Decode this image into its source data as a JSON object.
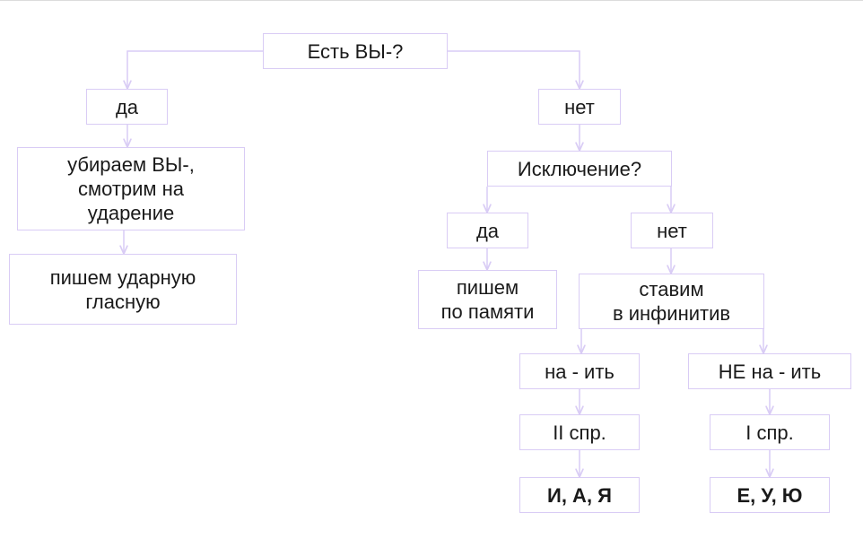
{
  "colors": {
    "border": "#d9ccf5",
    "line": "#d9ccf5",
    "text": "#1a1a1a"
  },
  "flowchart": {
    "root": "Есть ВЫ-?",
    "yes_1": "да",
    "remove_vy": "убираем ВЫ-,\nсмотрим на\nударение",
    "write_stressed": "пишем ударную\nгласную",
    "no_1": "нет",
    "exception": "Исключение?",
    "yes_2": "да",
    "by_memory": "пишем\nпо памяти",
    "no_2": "нет",
    "infinitive": "ставим\nв инфинитив",
    "ending_it": "на - ить",
    "not_ending_it": "НЕ  на - ить",
    "conj_2": "II спр.",
    "conj_1": "I спр.",
    "letters_2": "И, А, Я",
    "letters_1": "Е, У, Ю"
  }
}
